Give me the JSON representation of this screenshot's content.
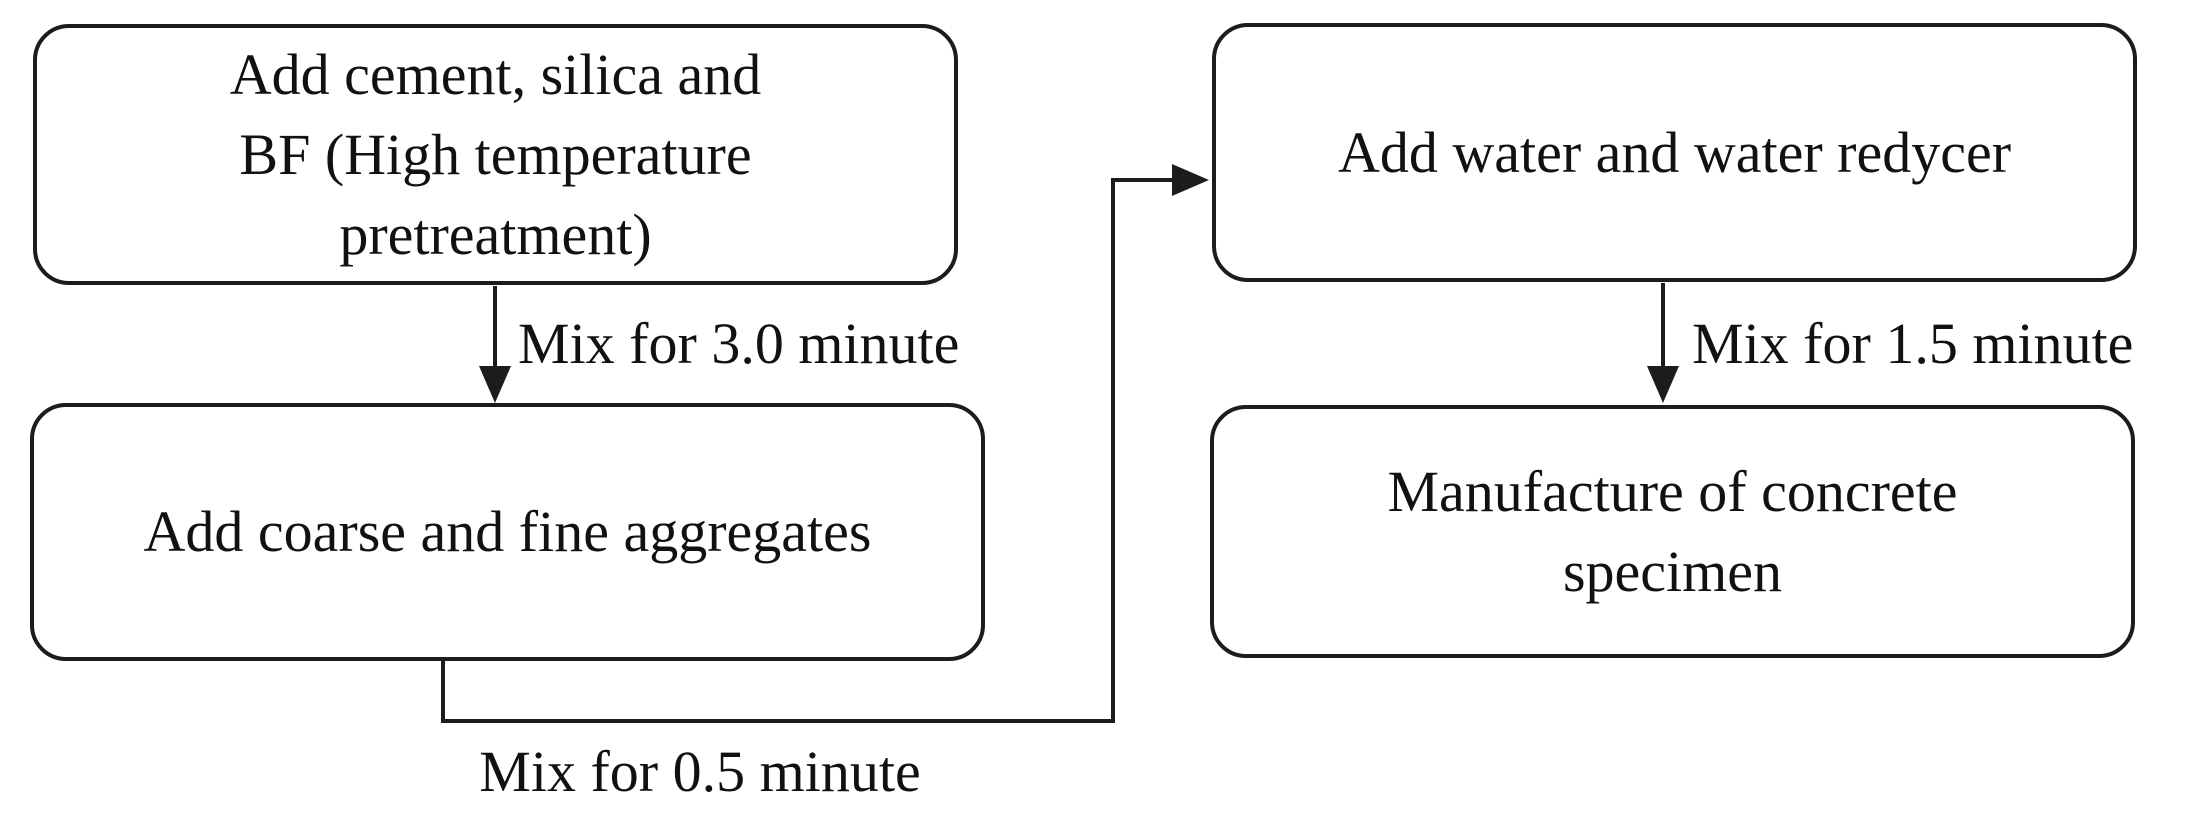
{
  "figure": {
    "type": "flowchart",
    "background": "#ffffff",
    "line_color": "#1c1c1c",
    "text_color": "#111111",
    "nodes": [
      {
        "id": "add-cement-silica-bf",
        "lines": [
          "Add cement, silica and",
          "BF (High temperature",
          "pretreatment)"
        ]
      },
      {
        "id": "add-aggregates",
        "lines": [
          "Add coarse and fine aggregates"
        ]
      },
      {
        "id": "add-water-reducer",
        "lines": [
          "Add water and water redycer"
        ]
      },
      {
        "id": "manufacture-specimen",
        "lines": [
          "Manufacture of concrete",
          "specimen"
        ]
      }
    ],
    "edges": [
      {
        "from": "add-cement-silica-bf",
        "to": "add-aggregates",
        "label": "Mix for 3.0 minute"
      },
      {
        "from": "add-aggregates",
        "to": "add-water-reducer",
        "label": "Mix for 0.5 minute"
      },
      {
        "from": "add-water-reducer",
        "to": "manufacture-specimen",
        "label": "Mix for 1.5 minute"
      }
    ]
  }
}
